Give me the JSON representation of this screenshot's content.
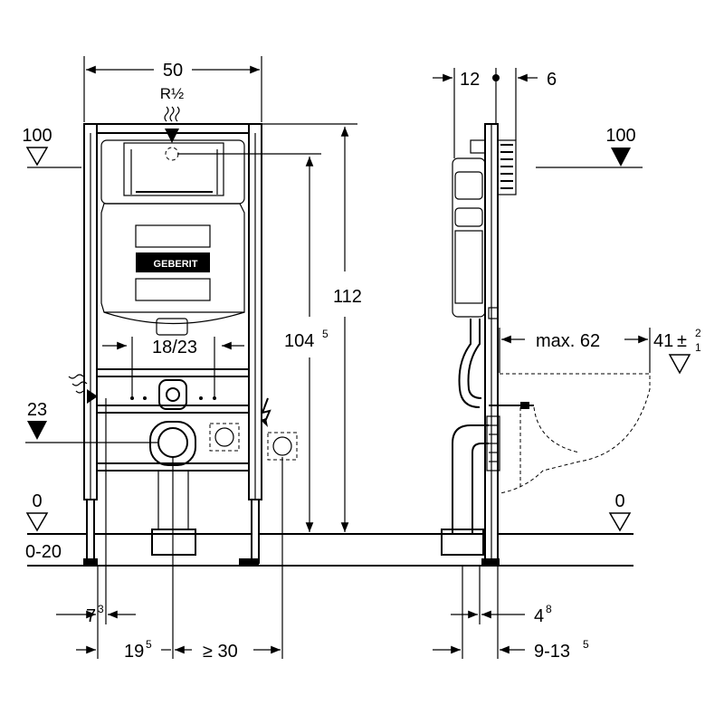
{
  "labels": {
    "width_50": "50",
    "r_half": "R½",
    "level_100_left": "100",
    "level_100_right": "100",
    "level_23": "23",
    "level_0_left": "0",
    "level_0_right": "0",
    "range_0_20": "0-20",
    "dim_112": "112",
    "dim_104_main": "104",
    "dim_104_sup": "5",
    "dim_18_23": "18/23",
    "dim_12": "12",
    "dim_6": "6",
    "max_62": "max. 62",
    "dim_41_main": "41",
    "dim_41_pm": "±",
    "dim_41_plus": "2",
    "dim_41_minus": "1",
    "dim_7_main": "7",
    "dim_7_sup": "3",
    "dim_19_main": "19",
    "dim_19_sup": "5",
    "dim_ge30": "≥ 30",
    "dim_4_main": "4",
    "dim_4_sup": "8",
    "dim_9_13_main": "9-13",
    "dim_9_13_sup": "5",
    "brand": "GEBERIT"
  },
  "icons": [
    "water-supply-icon",
    "electrical-supply-icon",
    "level-marker-icon",
    "geberit-logo-icon"
  ]
}
